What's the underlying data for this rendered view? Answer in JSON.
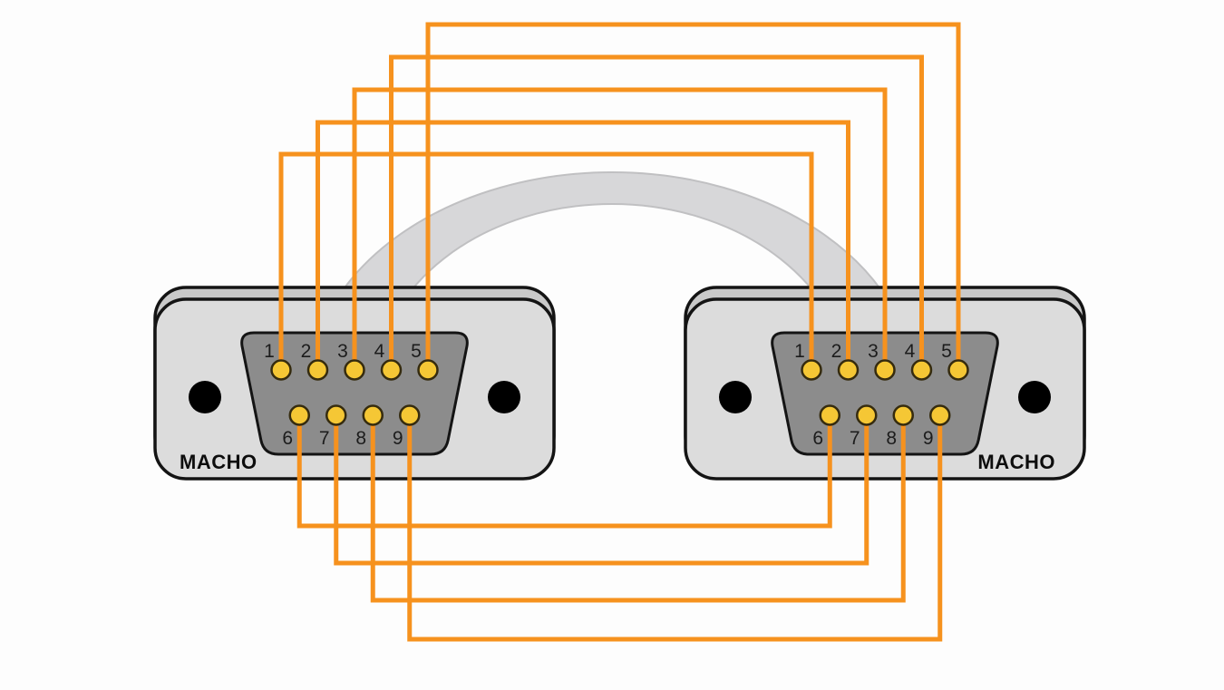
{
  "diagram": {
    "type": "db9-serial-cable-pinout",
    "left_connector": {
      "label": "MACHO",
      "label_position": "bottom-left",
      "top_pins": [
        "1",
        "2",
        "3",
        "4",
        "5"
      ],
      "bottom_pins": [
        "6",
        "7",
        "8",
        "9"
      ]
    },
    "right_connector": {
      "label": "MACHO",
      "label_position": "bottom-right",
      "top_pins": [
        "1",
        "2",
        "3",
        "4",
        "5"
      ],
      "bottom_pins": [
        "6",
        "7",
        "8",
        "9"
      ]
    },
    "connections": [
      {
        "from_pin": "1",
        "to_pin": "1"
      },
      {
        "from_pin": "2",
        "to_pin": "2"
      },
      {
        "from_pin": "3",
        "to_pin": "3"
      },
      {
        "from_pin": "4",
        "to_pin": "4"
      },
      {
        "from_pin": "5",
        "to_pin": "5"
      },
      {
        "from_pin": "6",
        "to_pin": "6"
      },
      {
        "from_pin": "7",
        "to_pin": "7"
      },
      {
        "from_pin": "8",
        "to_pin": "8"
      },
      {
        "from_pin": "9",
        "to_pin": "9"
      }
    ]
  },
  "colors": {
    "background": "#fdfdfd",
    "wire": "#f6921e",
    "connector_body": "#dcdcdc",
    "connector_bevel": "#c9c9c9",
    "connector_outline": "#141414",
    "pin_field": "#8c8c8c",
    "pin_fill": "#f5c735",
    "pin_outline": "#352b0e",
    "screw_hole": "#000000",
    "cable_sheath": "#d7d7d9",
    "cable_sheath_edge": "#c0c0c2",
    "text": "#1c1c1c"
  }
}
